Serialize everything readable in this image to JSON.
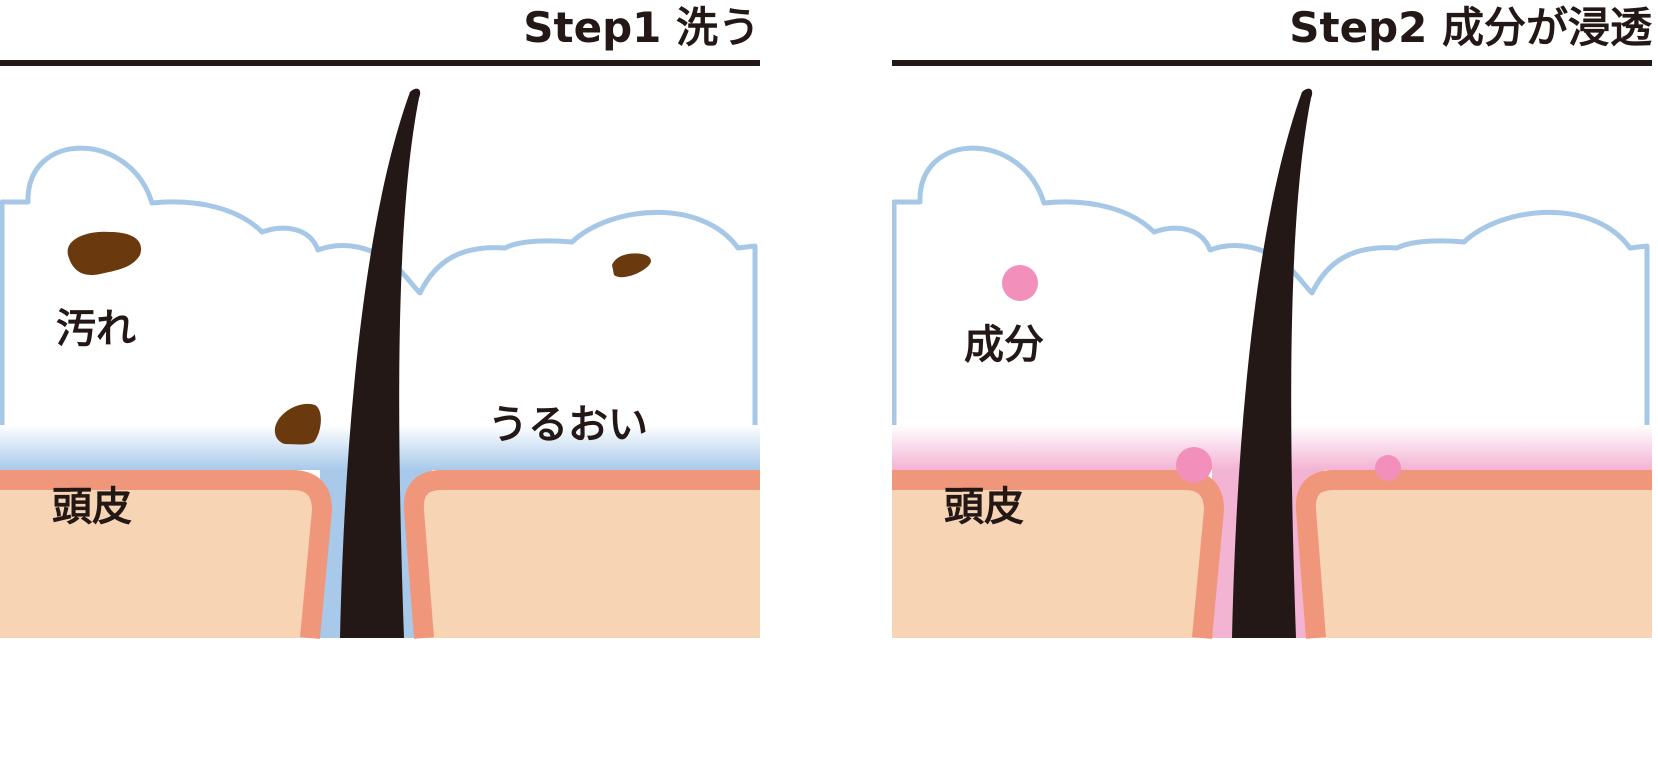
{
  "panels": [
    {
      "title": "Step1 洗う",
      "labels": {
        "particle": "汚れ",
        "moisture": "うるおい",
        "scalp": "頭皮"
      }
    },
    {
      "title": "Step2 成分が浸透",
      "labels": {
        "particle": "成分",
        "scalp": "頭皮"
      }
    }
  ],
  "colors": {
    "text": "#231815",
    "foam_outline": "#a6c8e6",
    "skin": "#f7d4b4",
    "skin_edge": "#f0967a",
    "moisture": "#a8c9ea",
    "ingredient": "#f28fba",
    "ingredient_layer": "#f3b3d3",
    "dirt": "#6a3a0e",
    "hair": "#231815"
  }
}
